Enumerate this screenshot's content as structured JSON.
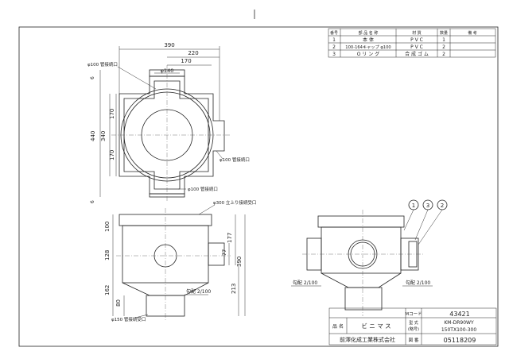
{
  "parts_table": {
    "headers": [
      "番号",
      "部 品 名 称",
      "材 質",
      "数量",
      "備 考"
    ],
    "rows": [
      [
        "1",
        "本 体",
        "P V C",
        "1",
        ""
      ],
      [
        "2",
        "100-164キャップ φ100",
        "P V C",
        "2",
        ""
      ],
      [
        "3",
        "O リ ン グ",
        "合 成 ゴ ム",
        "2",
        ""
      ]
    ]
  },
  "top_view": {
    "dim_390": "390",
    "dim_220": "220",
    "dim_170": "170",
    "dim_140": "φ140",
    "label_inlet_top": "φ100 管接続口",
    "label_inlet_right": "φ100 管接続口",
    "label_inlet_bottom": "φ100 管接続口",
    "dim_440": "440",
    "dim_340": "340",
    "dim_170a": "170",
    "dim_170b": "170",
    "dim_6a": "6",
    "dim_6b": "6"
  },
  "front_view": {
    "label_top": "φ300 立上り接続受口",
    "dim_100": "100",
    "dim_128": "128",
    "dim_162": "162",
    "dim_80": "80",
    "dim_177": "177",
    "dim_77": "77",
    "dim_390v": "390",
    "dim_213": "213",
    "slope": "勾配 2/100",
    "label_outlet": "φ150 管接続受口"
  },
  "side_view": {
    "balloon_1": "1",
    "balloon_3": "3",
    "balloon_2": "2",
    "slope_left": "勾配 2/100",
    "slope_right": "勾配 2/100"
  },
  "title_block": {
    "mcode_label": "Mコード",
    "mcode_value": "43421",
    "name_label": "品 名",
    "name_value": "ビ ニ マ ス",
    "model_label_1": "型 式",
    "model_label_2": "(略号)",
    "model_value_1": "KM-DR90WY",
    "model_value_2": "150TX100-300",
    "company": "前澤化成工業株式会社",
    "drawing_no_label": "図 番",
    "drawing_no_value": "05118209"
  }
}
